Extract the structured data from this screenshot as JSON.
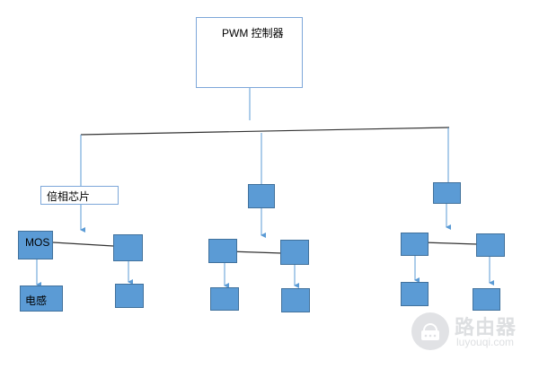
{
  "nodes": {
    "pwm_controller": "PWM 控制器",
    "phase_doubler": "倍相芯片",
    "mos": "MOS",
    "inductor": "电感"
  },
  "watermark": {
    "brand": "路由器",
    "site": "luyouqi.com"
  },
  "colors": {
    "box_fill": "#5b9bd5",
    "box_border": "#41719c",
    "connector": "#5b9bd5",
    "bus_line": "#333333"
  }
}
